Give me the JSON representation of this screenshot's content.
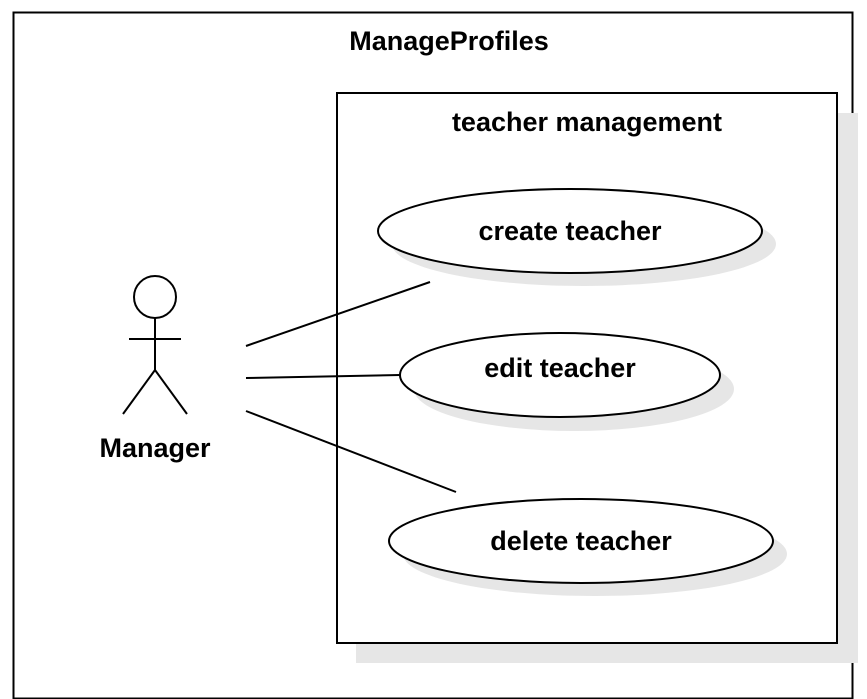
{
  "diagram": {
    "type": "UML use case diagram",
    "outer_frame": {
      "title": "ManageProfiles"
    },
    "system_boundary": {
      "title": "teacher management"
    },
    "actor": {
      "name": "Manager"
    },
    "use_cases": [
      {
        "label": "create teacher"
      },
      {
        "label": "edit teacher"
      },
      {
        "label": "delete teacher"
      }
    ]
  }
}
